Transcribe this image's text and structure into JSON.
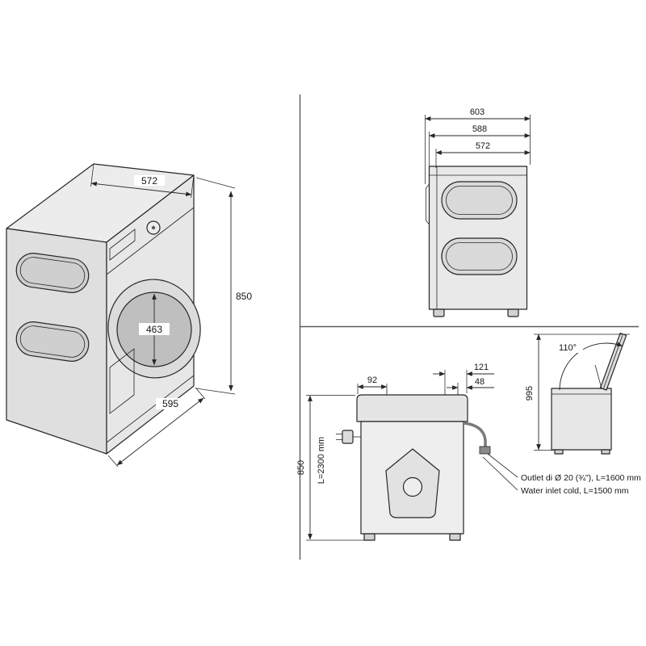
{
  "colors": {
    "background": "#ffffff",
    "line": "#262626",
    "machine_fill": "#e9e9e9",
    "recess_fill": "#cfcfcf",
    "door_fill": "#bfbfbf",
    "divider": "#5a5a5a"
  },
  "views": {
    "isometric": {
      "width_top": "572",
      "height": "850",
      "depth": "595",
      "door_diameter": "463"
    },
    "side": {
      "depth_with_door": "603",
      "depth_mid": "588",
      "depth_body": "572"
    },
    "rear": {
      "cord_offset": "92",
      "hose_offset_outer": "121",
      "hose_offset_inner": "48",
      "height": "850",
      "cord_length": "L=2300 mm",
      "outlet_label": "Outlet di Ø 20 (¾\"), L=1600 mm",
      "inlet_label": "Water inlet cold, L=1500 mm"
    },
    "lid": {
      "open_angle": "110°",
      "open_height": "995"
    }
  }
}
